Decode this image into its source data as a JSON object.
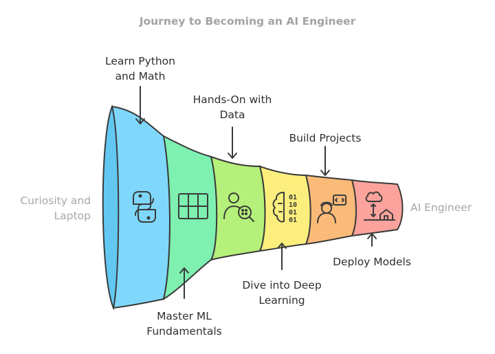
{
  "title": "Journey to Becoming an AI Engineer",
  "start_label": [
    "Curiosity and",
    "Laptop"
  ],
  "end_label": "AI Engineer",
  "stages": [
    {
      "label": [
        "Learn Python",
        "and Math"
      ],
      "icon": "python-logo-icon",
      "color": "#7fd8fb",
      "label_position": "top"
    },
    {
      "label": [
        "Master ML",
        "Fundamentals"
      ],
      "icon": "table-grid-icon",
      "color": "#7ef0b0",
      "label_position": "bottom"
    },
    {
      "label": [
        "Hands-On with",
        "Data"
      ],
      "icon": "user-data-search-icon",
      "color": "#b5f07a",
      "label_position": "top"
    },
    {
      "label": [
        "Dive into Deep",
        "Learning"
      ],
      "icon": "brain-binary-icon",
      "color": "#fbee7c",
      "label_position": "bottom"
    },
    {
      "label": [
        "Build Projects"
      ],
      "icon": "engineer-code-icon",
      "color": "#fbbb78",
      "label_position": "top"
    },
    {
      "label": [
        "Deploy Models"
      ],
      "icon": "cloud-deploy-icon",
      "color": "#fba39c",
      "label_position": "bottom"
    }
  ],
  "colors": {
    "title": "#a3a3a3",
    "side_text": "#a7a7a7",
    "label_text": "#2f2f2f",
    "outline": "#3a3a3a",
    "rim": "#62c8f2"
  }
}
